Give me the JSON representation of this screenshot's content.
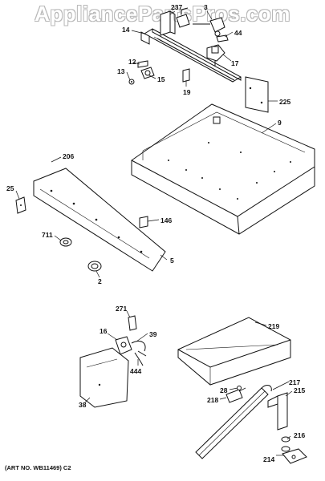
{
  "watermark": "AppliancePartsPros.com",
  "art_number": "(ART NO. WB11469) C2",
  "callouts": {
    "c237": "237",
    "c3": "3",
    "c14": "14",
    "c44": "44",
    "c12": "12",
    "c17": "17",
    "c13": "13",
    "c15": "15",
    "c19": "19",
    "c225": "225",
    "c9": "9",
    "c206": "206",
    "c25": "25",
    "c146": "146",
    "c711": "711",
    "c5": "5",
    "c2": "2",
    "c271": "271",
    "c16": "16",
    "c39": "39",
    "c219": "219",
    "c444": "444",
    "c38": "38",
    "c28": "28",
    "c217": "217",
    "c215": "215",
    "c218": "218",
    "c216": "216",
    "c214": "214"
  }
}
